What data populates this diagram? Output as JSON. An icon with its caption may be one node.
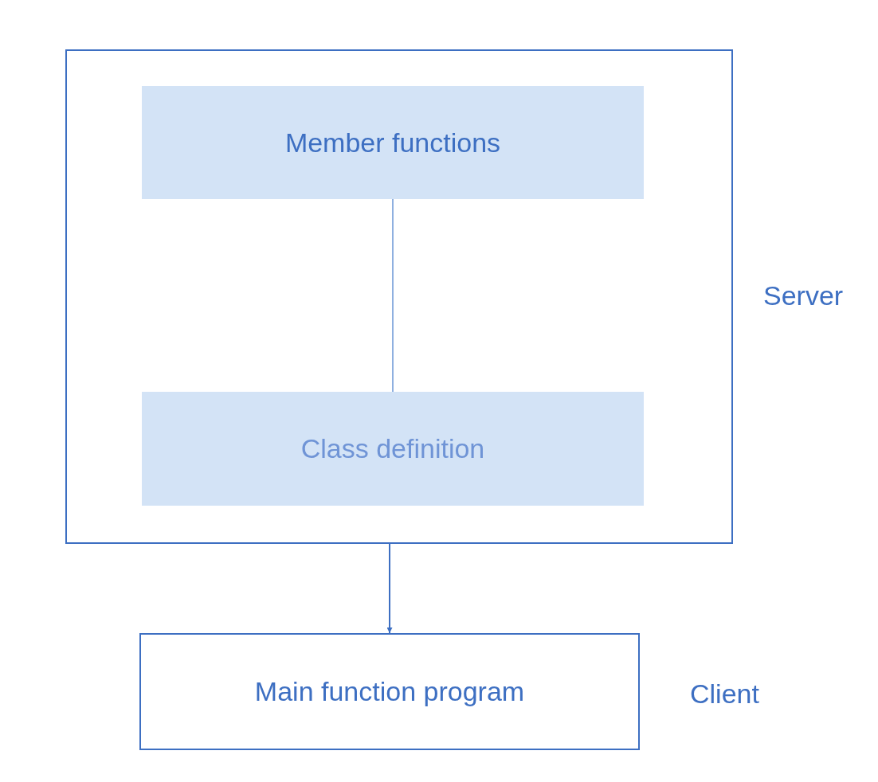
{
  "diagram": {
    "nodes": [
      {
        "text": [],
        "shape": "box",
        "beside": [
          "Server"
        ]
      },
      {
        "text": [
          "Member functions"
        ],
        "in": 0
      },
      {
        "text": [
          "Class definition"
        ],
        "in": 0
      },
      {
        "text": [
          "Main function program"
        ],
        "beside": [
          "Client"
        ]
      }
    ],
    "edges": [
      {
        "from": 1,
        "to": 2,
        "arrow": "none"
      },
      {
        "from": 0,
        "to": 3,
        "arrow": "to"
      }
    ]
  }
}
